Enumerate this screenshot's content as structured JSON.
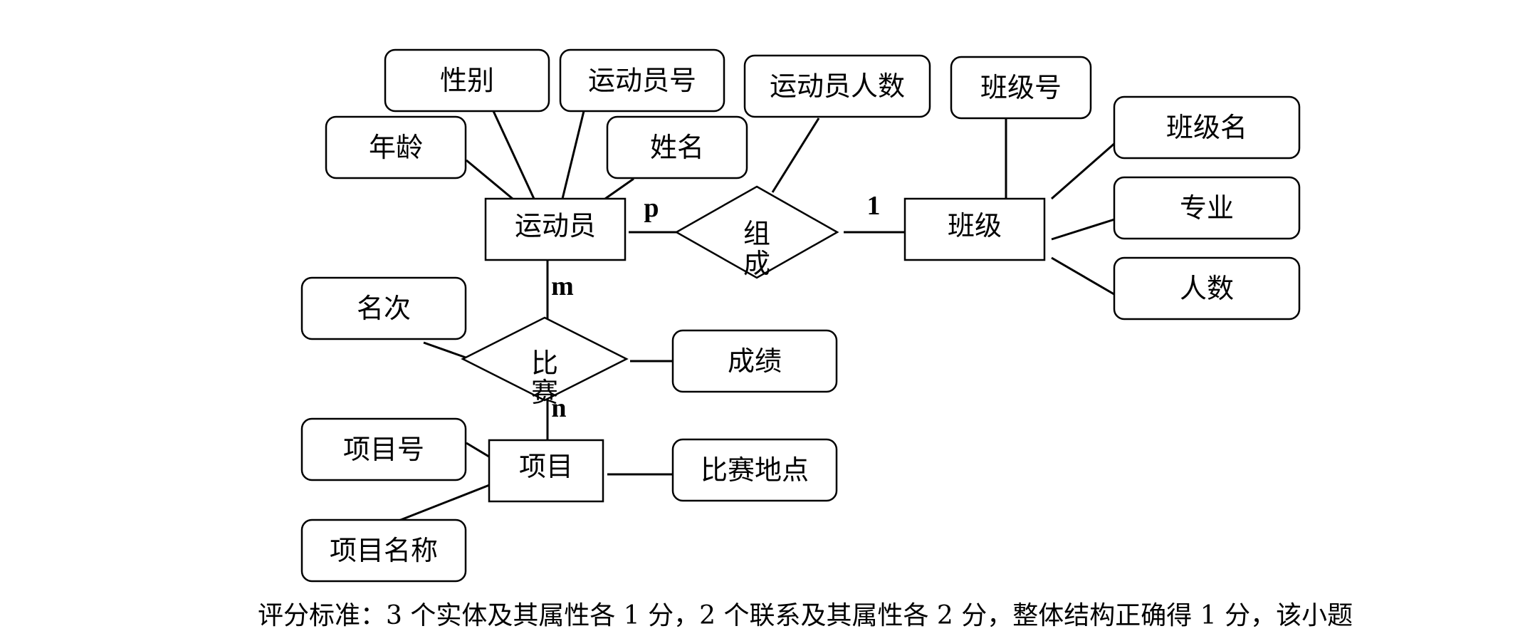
{
  "entities": {
    "athlete": "运动员",
    "class": "班级",
    "event": "项目"
  },
  "relationships": {
    "composition": [
      "组",
      "成"
    ],
    "competition": [
      "比",
      "赛"
    ]
  },
  "attributes": {
    "gender": "性别",
    "athlete_id": "运动员号",
    "age": "年龄",
    "name": "姓名",
    "athlete_count": "运动员人数",
    "class_id": "班级号",
    "class_name": "班级名",
    "major": "专业",
    "headcount": "人数",
    "rank": "名次",
    "score": "成绩",
    "event_id": "项目号",
    "event_name": "项目名称",
    "venue": "比赛地点"
  },
  "cardinalities": {
    "athlete_composition": "p",
    "class_composition": "1",
    "athlete_competition": "m",
    "event_competition": "n"
  },
  "footer": "评分标准：3 个实体及其属性各 1 分，2 个联系及其属性各 2 分，整体结构正确得 1 分，该小题"
}
